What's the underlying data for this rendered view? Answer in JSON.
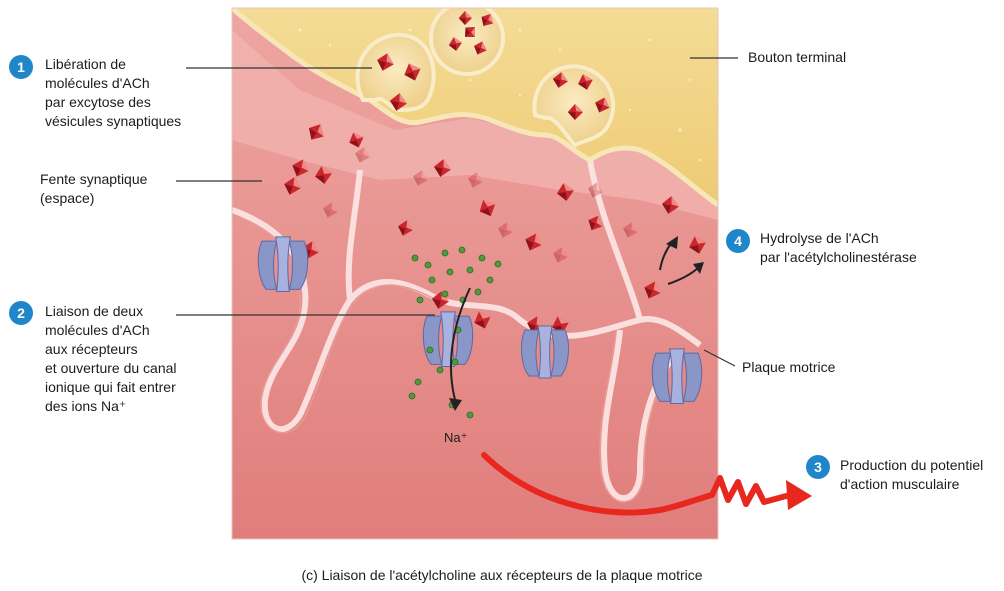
{
  "colors": {
    "bouton": "#f2d68a",
    "fente": "#e89a98",
    "muscle": "#e48886",
    "vesicle": "#f6e0a8",
    "ach": "#c9262e",
    "na_ion": "#4f9a3c",
    "receptor": "#8a95c8",
    "badge": "#1f86c9",
    "action_arrow": "#e8281e"
  },
  "steps": [
    {
      "number": "1",
      "lines": [
        "Libération de",
        "molécules d'ACh",
        "par excytose des",
        "vésicules synaptiques"
      ]
    },
    {
      "number": "2",
      "lines": [
        "Liaison de deux",
        "molécules d'ACh",
        "aux récepteurs",
        "et ouverture du canal",
        "ionique qui fait entrer",
        "des ions Na⁺"
      ]
    },
    {
      "number": "3",
      "lines": [
        "Production du potentiel",
        "d'action musculaire"
      ]
    },
    {
      "number": "4",
      "lines": [
        "Hydrolyse de l'ACh",
        "par l'acétylcholinestérase"
      ]
    }
  ],
  "labels": {
    "fente_lines": [
      "Fente synaptique",
      "(espace)"
    ],
    "bouton": "Bouton terminal",
    "plaque": "Plaque motrice",
    "na": "Na⁺"
  },
  "caption": "(c) Liaison de l'acétylcholine aux récepteurs de la plaque motrice",
  "icons": [
    "ach-molecule-icon",
    "receptor-icon",
    "na-ion-icon",
    "action-potential-arrow-icon"
  ]
}
